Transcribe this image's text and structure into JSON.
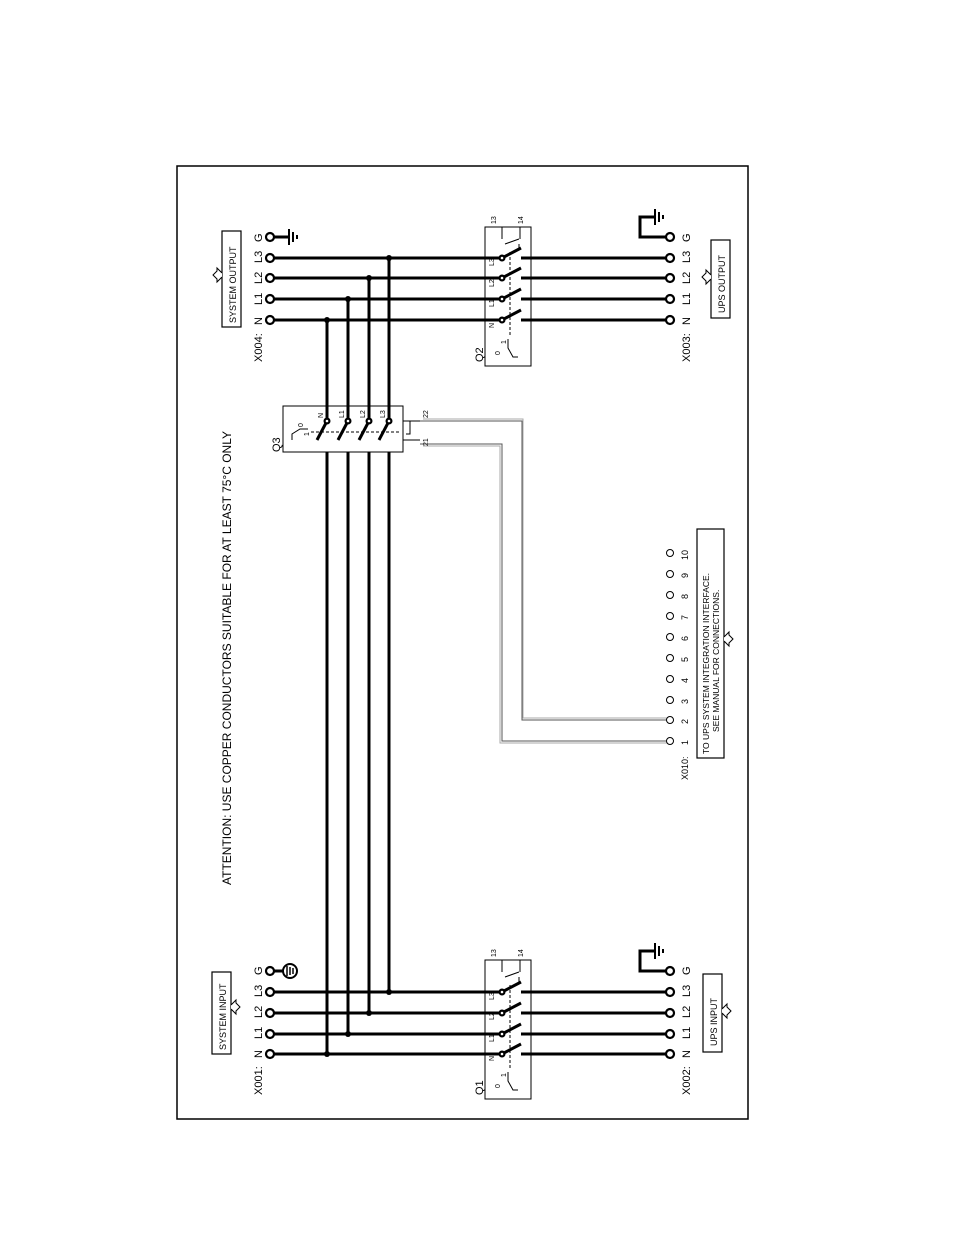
{
  "attention": "ATTENTION:  USE COPPER CONDUCTORS SUITABLE FOR AT LEAST 75°C ONLY",
  "system_input": {
    "label": "SYSTEM INPUT",
    "terminal_id": "X001:",
    "terminals": [
      "N",
      "L1",
      "L2",
      "L3",
      "G"
    ]
  },
  "system_output": {
    "label": "SYSTEM OUTPUT",
    "terminal_id": "X004:",
    "terminals": [
      "N",
      "L1",
      "L2",
      "L3",
      "G"
    ]
  },
  "ups_input": {
    "label": "UPS INPUT",
    "terminal_id": "X002:",
    "terminals": [
      "N",
      "L1",
      "L2",
      "L3",
      "G"
    ]
  },
  "ups_output": {
    "label": "UPS OUTPUT",
    "terminal_id": "X003:",
    "terminals": [
      "N",
      "L1",
      "L2",
      "L3",
      "G"
    ]
  },
  "breakers": {
    "q1": {
      "label": "Q1",
      "poles": [
        "N",
        "L1",
        "L2",
        "L3"
      ],
      "aux": [
        "13",
        "14"
      ],
      "state": [
        "0",
        "1"
      ]
    },
    "q2": {
      "label": "Q2",
      "poles": [
        "N",
        "L1",
        "L2",
        "L3"
      ],
      "aux": [
        "13",
        "14"
      ],
      "state": [
        "0",
        "1"
      ]
    },
    "q3": {
      "label": "Q3",
      "poles": [
        "N",
        "L1",
        "L2",
        "L3"
      ],
      "aux": [
        "21",
        "22"
      ],
      "state": [
        "0",
        "1"
      ]
    }
  },
  "interface": {
    "terminal_id": "X010:",
    "pins": [
      "1",
      "2",
      "3",
      "4",
      "5",
      "6",
      "7",
      "8",
      "9",
      "10"
    ],
    "note_line1": "TO UPS SYSTEM INTEGRATION INTERFACE.",
    "note_line2": "SEE MANUAL FOR CONNECTIONS."
  }
}
